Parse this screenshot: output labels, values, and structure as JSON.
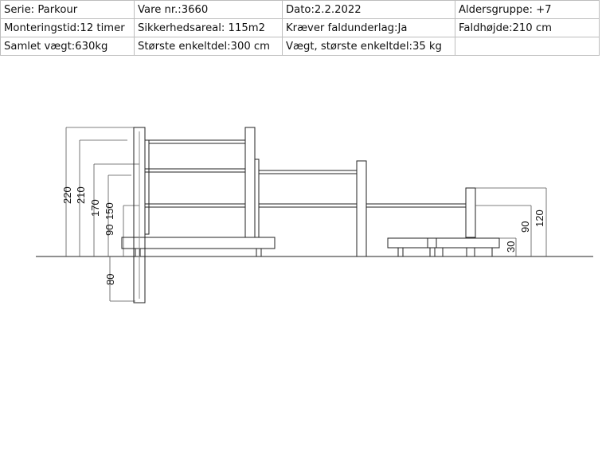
{
  "specs": {
    "rows": [
      [
        {
          "label": "Serie: Parkour"
        },
        {
          "label": "Vare nr.:3660"
        },
        {
          "label": "Dato:2.2.2022"
        },
        {
          "label": "Aldersgruppe: +7"
        }
      ],
      [
        {
          "label": "Monteringstid:12 timer"
        },
        {
          "label": "Sikkerhedsareal: 115m2"
        },
        {
          "label": "Kræver faldunderlag:Ja"
        },
        {
          "label": "Faldhøjde:210 cm"
        }
      ],
      [
        {
          "label": "Samlet vægt:630kg"
        },
        {
          "label": "Største enkeltdel:300 cm"
        },
        {
          "label": "Vægt, største enkeltdel:35 kg"
        },
        {
          "label": ""
        }
      ]
    ]
  },
  "drawing": {
    "left_dimensions": [
      "220",
      "210",
      "170",
      "150",
      "90"
    ],
    "below_dimension": "80",
    "right_dimensions": [
      "90",
      "120"
    ],
    "mid_dimension": "30"
  }
}
